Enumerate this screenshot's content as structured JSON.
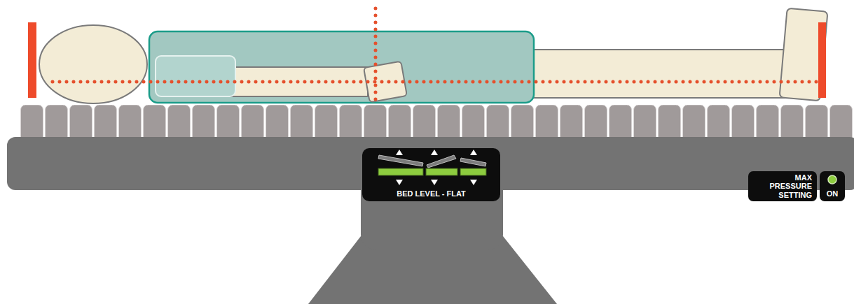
{
  "diagram": {
    "nodes": [
      {
        "text": [
          "BED LEVEL - FLAT"
        ]
      },
      {
        "text": [
          "MAX PRESSURE SETTING"
        ]
      },
      {
        "text": [
          "ON"
        ]
      }
    ]
  }
}
